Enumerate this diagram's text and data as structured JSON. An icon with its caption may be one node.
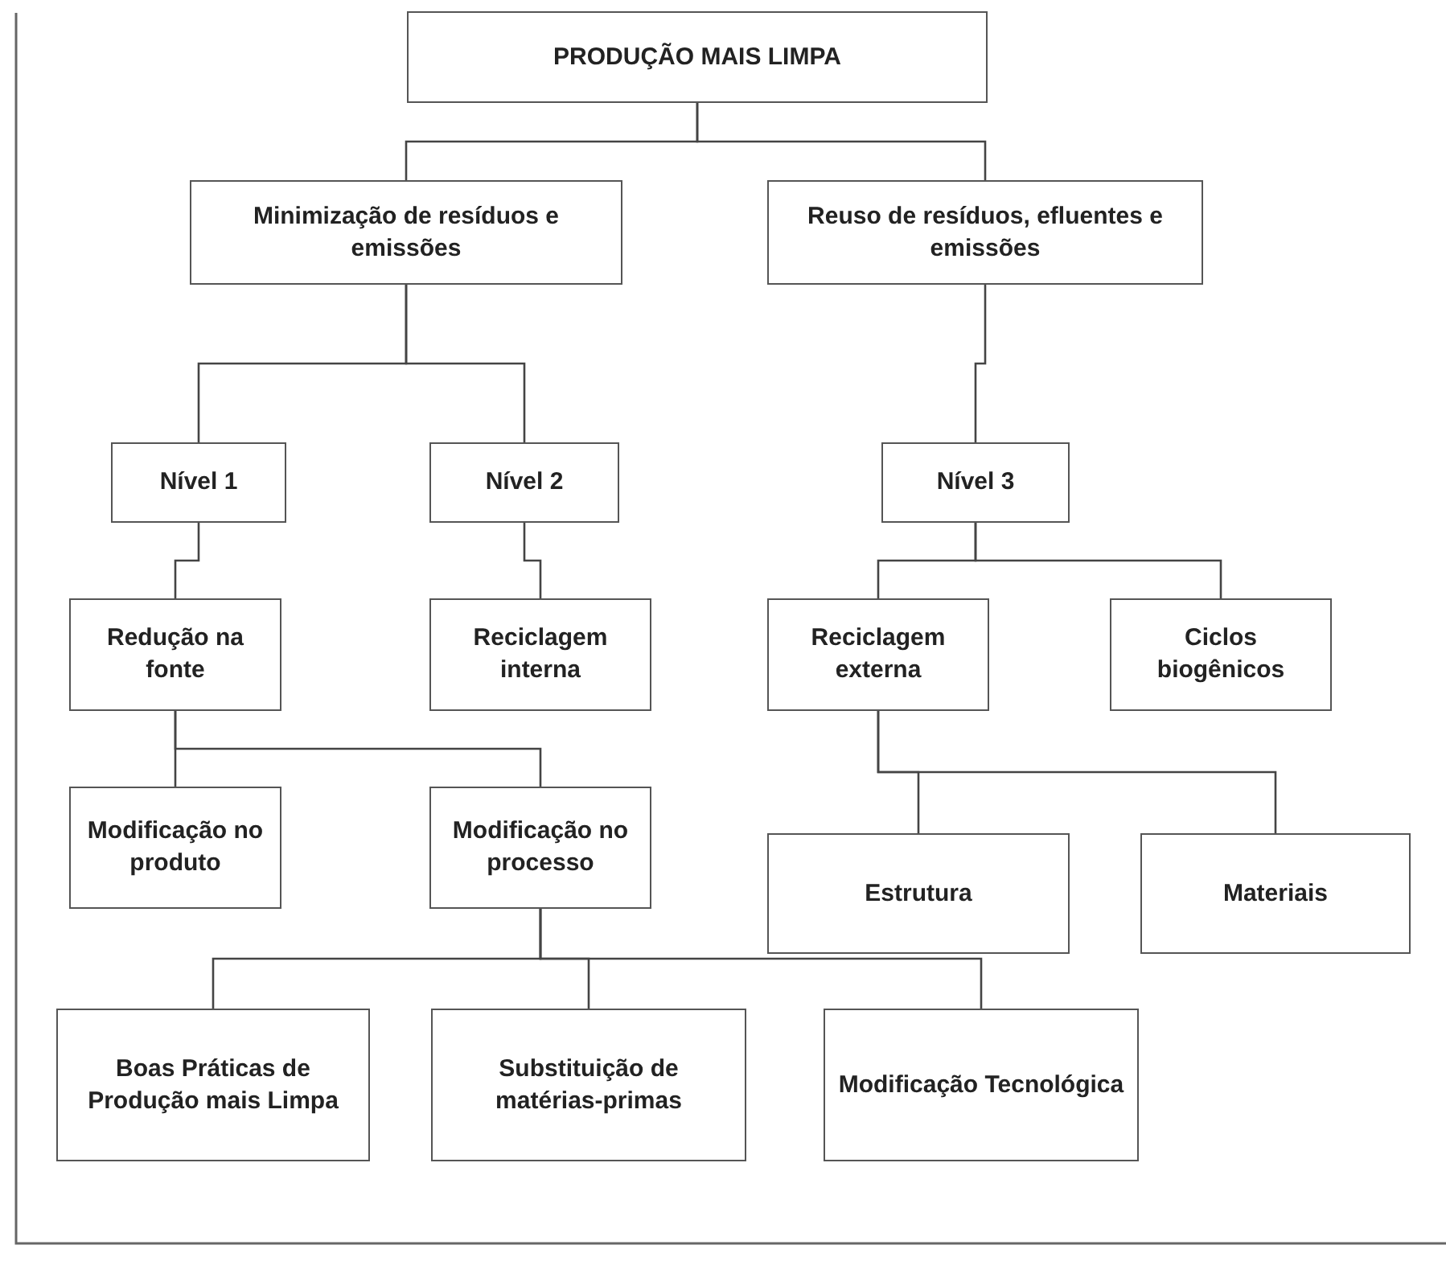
{
  "diagram": {
    "nodes": [
      {
        "text": [
          "PRODUÇÃO MAIS LIMPA"
        ]
      },
      {
        "text": [
          "Minimização de resíduos e emissões"
        ]
      },
      {
        "text": [
          "Reuso de resíduos, efluentes e emissões"
        ]
      },
      {
        "text": [
          "Nível 1"
        ]
      },
      {
        "text": [
          "Nível 2"
        ]
      },
      {
        "text": [
          "Nível 3"
        ]
      },
      {
        "text": [
          "Redução na fonte"
        ]
      },
      {
        "text": [
          "Reciclagem interna"
        ]
      },
      {
        "text": [
          "Reciclagem externa"
        ]
      },
      {
        "text": [
          "Ciclos biogênicos"
        ]
      },
      {
        "text": [
          "Modificação no produto"
        ]
      },
      {
        "text": [
          "Modificação no processo"
        ]
      },
      {
        "text": [
          "Estrutura"
        ]
      },
      {
        "text": [
          "Materiais"
        ]
      },
      {
        "text": [
          "Boas Práticas de Produção mais Limpa"
        ]
      },
      {
        "text": [
          "Substituição de matérias-primas"
        ]
      },
      {
        "text": [
          "Modificação Tecnológica"
        ]
      }
    ],
    "edges": [
      {
        "from": 0,
        "to": 1,
        "arrow": "none"
      },
      {
        "from": 0,
        "to": 2,
        "arrow": "none"
      },
      {
        "from": 1,
        "to": 3,
        "arrow": "none"
      },
      {
        "from": 1,
        "to": 4,
        "arrow": "none"
      },
      {
        "from": 2,
        "to": 5,
        "arrow": "none"
      },
      {
        "from": 3,
        "to": 6,
        "arrow": "none"
      },
      {
        "from": 4,
        "to": 7,
        "arrow": "none"
      },
      {
        "from": 5,
        "to": 8,
        "arrow": "none"
      },
      {
        "from": 5,
        "to": 9,
        "arrow": "none"
      },
      {
        "from": 6,
        "to": 10,
        "arrow": "none"
      },
      {
        "from": 6,
        "to": 11,
        "arrow": "none"
      },
      {
        "from": 8,
        "to": 12,
        "arrow": "none"
      },
      {
        "from": 8,
        "to": 13,
        "arrow": "none"
      },
      {
        "from": 11,
        "to": 14,
        "arrow": "none"
      },
      {
        "from": 11,
        "to": 15,
        "arrow": "none"
      },
      {
        "from": 11,
        "to": 16,
        "arrow": "none"
      }
    ]
  }
}
